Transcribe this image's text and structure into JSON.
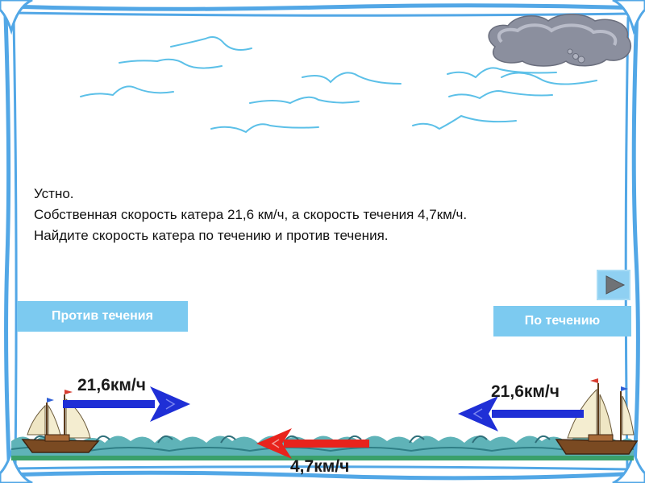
{
  "task": {
    "line1": "Устно.",
    "line2": "Собственная скорость катера 21,6 км/ч, а скорость течения 4,7км/ч.",
    "line3": "Найдите скорость катера по течению и против течения."
  },
  "buttons": {
    "against": "Против течения",
    "with": "По течению"
  },
  "speeds": {
    "boat_left": "21,6км/ч",
    "boat_right": "21,6км/ч",
    "river": "4,7км/ч"
  },
  "colors": {
    "frame": "#52a7e6",
    "button": "#7ccaf0",
    "arrow_blue": "#1f2fd6",
    "arrow_red": "#e8231c",
    "water": "#5fb3b8",
    "wind_lines": "#5cc0e8"
  }
}
